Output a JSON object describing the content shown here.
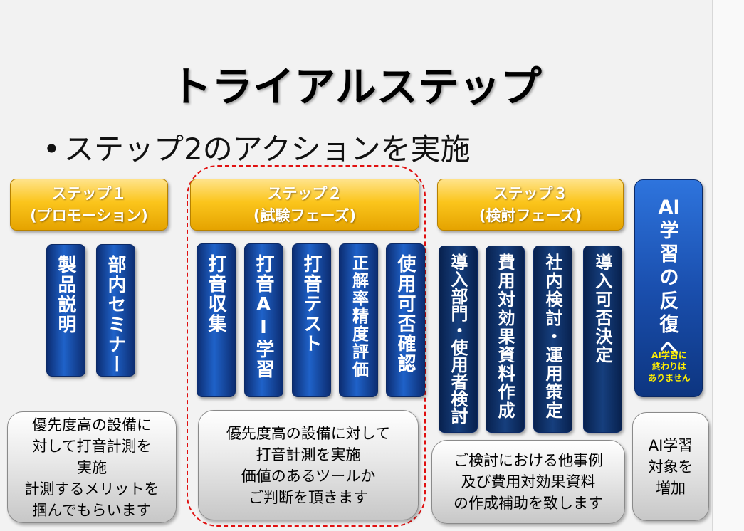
{
  "slide": {
    "title": "トライアルステップ",
    "bullet": "ステップ2のアクションを実施"
  },
  "steps": [
    {
      "header_line1": "ステップ１",
      "header_line2": "(プロモーション)",
      "columns": [
        "製品説明",
        "部内セミナー"
      ],
      "note_lines": [
        "優先度高の設備に",
        "対して打音計測を",
        "実施",
        "計測するメリットを",
        "掴んでもらいます"
      ]
    },
    {
      "header_line1": "ステップ２",
      "header_line2": "(試験フェーズ)",
      "columns": [
        "打音収集",
        "打音AI学習",
        "打音テスト",
        "正解率精度評価",
        "使用可否確認"
      ],
      "note_lines": [
        "優先度高の設備に対して",
        "打音計測を実施",
        "価値のあるツールか",
        "ご判断を頂きます"
      ]
    },
    {
      "header_line1": "ステップ３",
      "header_line2": "(検討フェーズ)",
      "columns": [
        "導入部門・使用者検討",
        "費用対効果資料作成",
        "社内検討・運用策定",
        "導入可否決定"
      ],
      "note_lines": [
        "ご検討における他事例",
        "及び費用対効果資料",
        "の作成補助を致します"
      ]
    },
    {
      "ai_lines": [
        "AI",
        "学",
        "習",
        "の",
        "反",
        "復",
        "へ"
      ],
      "ai_sub_lines": [
        "AI学習に",
        "終わりは",
        "ありません"
      ],
      "note_lines": [
        "AI学習",
        "対象を",
        "増加"
      ]
    }
  ]
}
